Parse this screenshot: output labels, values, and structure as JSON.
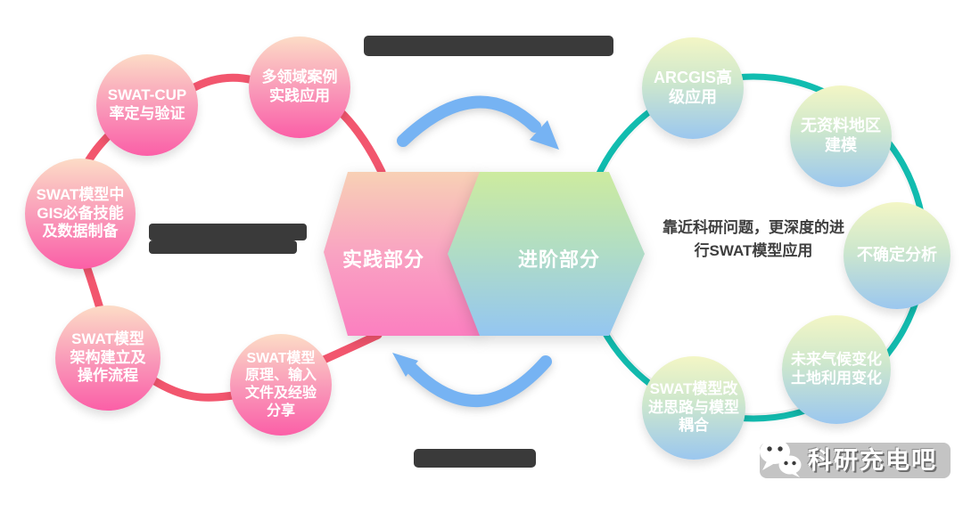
{
  "diagram": {
    "left_cluster": {
      "bubble_gradient_top": "#fcdcc6",
      "bubble_gradient_bottom": "#fb5fa7",
      "connector_color": "#f2566e",
      "items": [
        {
          "label": "SWAT-CUP\n率定与验证"
        },
        {
          "label": "多领域案例\n实践应用"
        },
        {
          "label": "SWAT模型中\nGIS必备技能\n及数据制备"
        },
        {
          "label": "SWAT模型\n架构建立及\n操作流程"
        },
        {
          "label": "SWAT模型\n原理、输入\n文件及经验\n分享"
        }
      ]
    },
    "right_cluster": {
      "bubble_gradient_top": "#f3f6c5",
      "bubble_gradient_bottom": "#9bc7ef",
      "ring_color": "#12bfb2",
      "items": [
        {
          "label": "ARCGIS高\n级应用"
        },
        {
          "label": "无资料地区\n建模"
        },
        {
          "label": "不确定分析"
        },
        {
          "label": "未来气候变化\n土地利用变化"
        },
        {
          "label": "SWAT模型改\n进思路与模型\n耦合"
        }
      ]
    },
    "hexagons": {
      "practice": {
        "label": "实践部分",
        "gradient_top": "#f8d0b5",
        "gradient_bottom": "#fb7fc0"
      },
      "advanced": {
        "label": "进阶部分",
        "gradient_top": "#cdeb9f",
        "gradient_bottom": "#94c6f1"
      }
    },
    "center_note": "靠近科研问题，更深度的进\n行SWAT模型应用",
    "flow_arrows": {
      "color": "#76b3f3",
      "top": "curved arrow pointing right",
      "bottom": "curved arrow pointing left"
    },
    "redacted_text_bars": {
      "color": "#3a3a3a",
      "count": 4,
      "note": "dark obscured text bars, illegible in source"
    }
  },
  "watermark": {
    "brand": "科研充电吧",
    "icon": "wechat-icon"
  }
}
